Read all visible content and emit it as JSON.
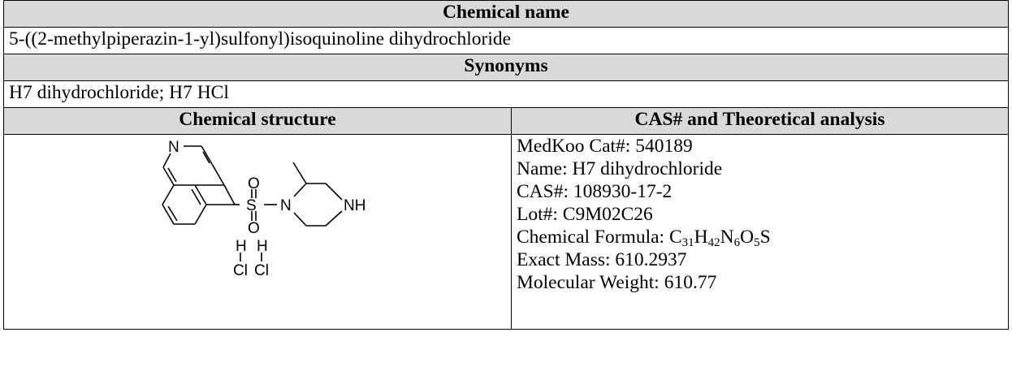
{
  "chemical_name": {
    "header": "Chemical name",
    "value": "5-((2-methylpiperazin-1-yl)sulfonyl)isoquinoline dihydrochloride"
  },
  "synonyms": {
    "header": "Synonyms",
    "value": "H7 dihydrochloride; H7 HCl"
  },
  "structure": {
    "header": "Chemical structure",
    "atoms": {
      "n_ring": "N",
      "o_top": "O",
      "s": "S",
      "n_sulfonamide": "N",
      "nh": "NH",
      "o_bottom": "O",
      "h1": "H",
      "h2": "H",
      "cl1": "Cl",
      "cl2": "Cl"
    }
  },
  "analysis": {
    "header": "CAS# and Theoretical analysis",
    "cat": "MedKoo Cat#: 540189",
    "name": "Name: H7 dihydrochloride",
    "cas": "CAS#: 108930-17-2",
    "lot": "Lot#: C9M02C26",
    "formula_label": "Chemical Formula: ",
    "formula": {
      "c": "C",
      "c_n": "31",
      "h": "H",
      "h_n": "42",
      "n": "N",
      "n_n": "6",
      "o": "O",
      "o_n": "5",
      "s": "S"
    },
    "exact_mass": "Exact Mass: 610.2937",
    "mol_weight": "Molecular Weight: 610.77"
  }
}
